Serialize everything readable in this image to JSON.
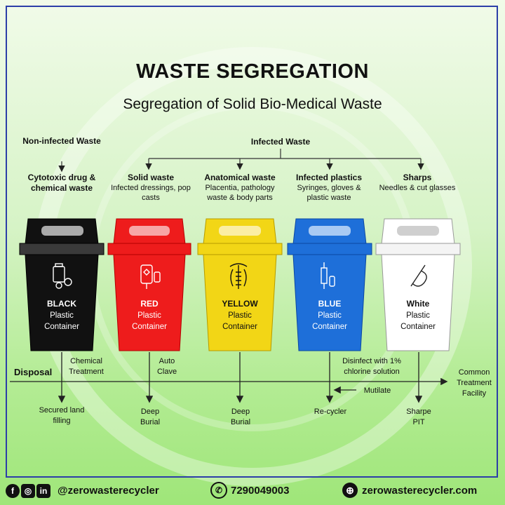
{
  "title": "WASTE SEGREGATION",
  "subtitle": "Segregation of Solid Bio-Medical Waste",
  "non_infected": {
    "title": "Non-infected Waste",
    "category": "Cytotoxic drug & chemical waste"
  },
  "infected": {
    "title": "Infected Waste"
  },
  "categories": [
    {
      "title": "Solid waste",
      "desc": "Infected dressings, pop casts"
    },
    {
      "title": "Anatomical waste",
      "desc": "Placentia, pathology waste & body parts"
    },
    {
      "title": "Infected plastics",
      "desc": "Syringes, gloves & plastic waste"
    },
    {
      "title": "Sharps",
      "desc": "Needles & cut glasses"
    }
  ],
  "bins": [
    {
      "name": "BLACK",
      "line1": "Plastic",
      "line2": "Container",
      "color": "#111111",
      "text_color": "#ffffff",
      "icon": "medicine-bottle-icon"
    },
    {
      "name": "RED",
      "line1": "Plastic",
      "line2": "Container",
      "color": "#ee1c1c",
      "text_color": "#ffffff",
      "icon": "infusion-bag-icon"
    },
    {
      "name": "YELLOW",
      "line1": "Plastic",
      "line2": "Container",
      "color": "#f2d616",
      "text_color": "#111111",
      "icon": "anatomy-icon"
    },
    {
      "name": "BLUE",
      "line1": "Plastic",
      "line2": "Container",
      "color": "#1e6fd9",
      "text_color": "#ffffff",
      "icon": "syringe-icon"
    },
    {
      "name": "White",
      "line1": "Plastic",
      "line2": "Container",
      "color": "#ffffff",
      "text_color": "#111111",
      "icon": "needle-icon"
    }
  ],
  "disposal": {
    "label": "Disposal",
    "treatments": {
      "chemical": "Chemical Treatment",
      "autoclave": "Auto Clave",
      "disinfect": "Disinfect with 1% chlorine solution",
      "mutilate": "Mutilate",
      "common": "Common Treatment Facility"
    },
    "outcomes": [
      "Secured land filling",
      "Deep Burial",
      "Deep Burial",
      "Re-cycler",
      "Sharpe PIT"
    ]
  },
  "footer": {
    "social_handle": "@zerowasterecycler",
    "phone": "7290049003",
    "website": "zerowasterecycler.com"
  }
}
